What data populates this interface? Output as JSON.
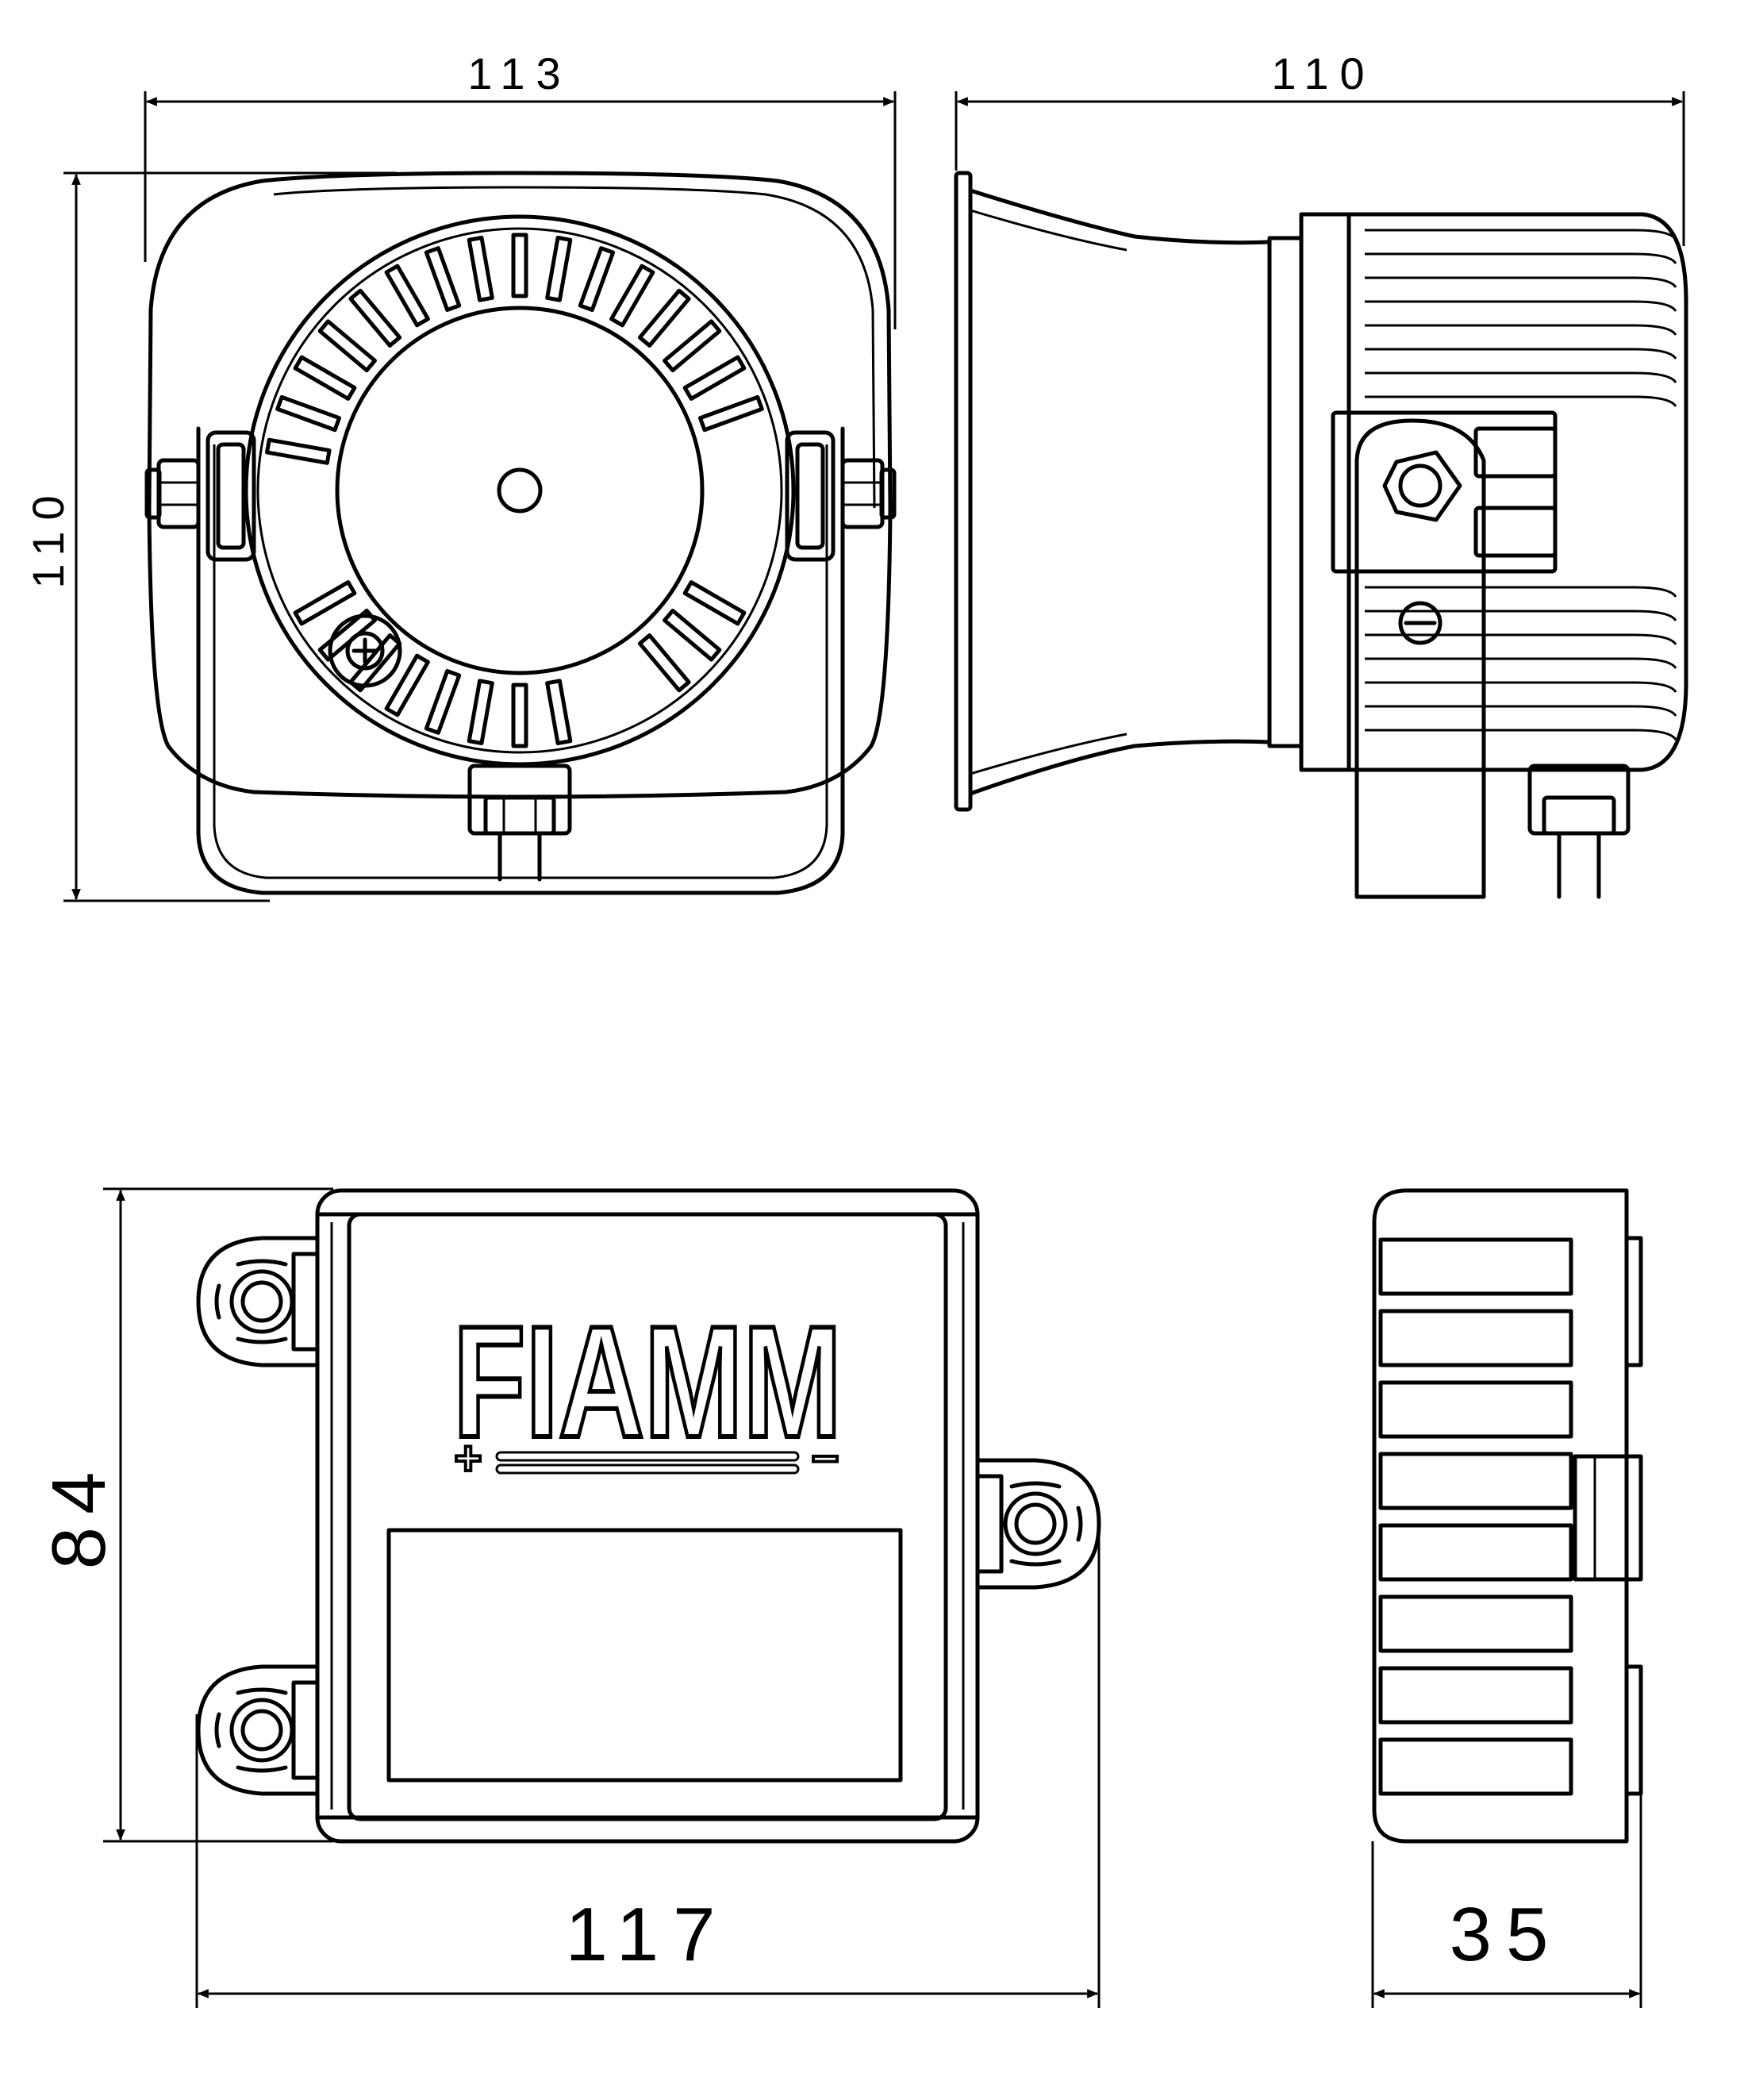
{
  "dimensions": {
    "top_left_width": "113",
    "top_left_height": "110",
    "top_right_depth": "110",
    "bottom_left_width": "117",
    "bottom_left_height": "84",
    "bottom_right_depth": "35"
  },
  "labels": {
    "brand": "FIAMM",
    "polarity_plus": "+",
    "polarity_minus": "−"
  }
}
